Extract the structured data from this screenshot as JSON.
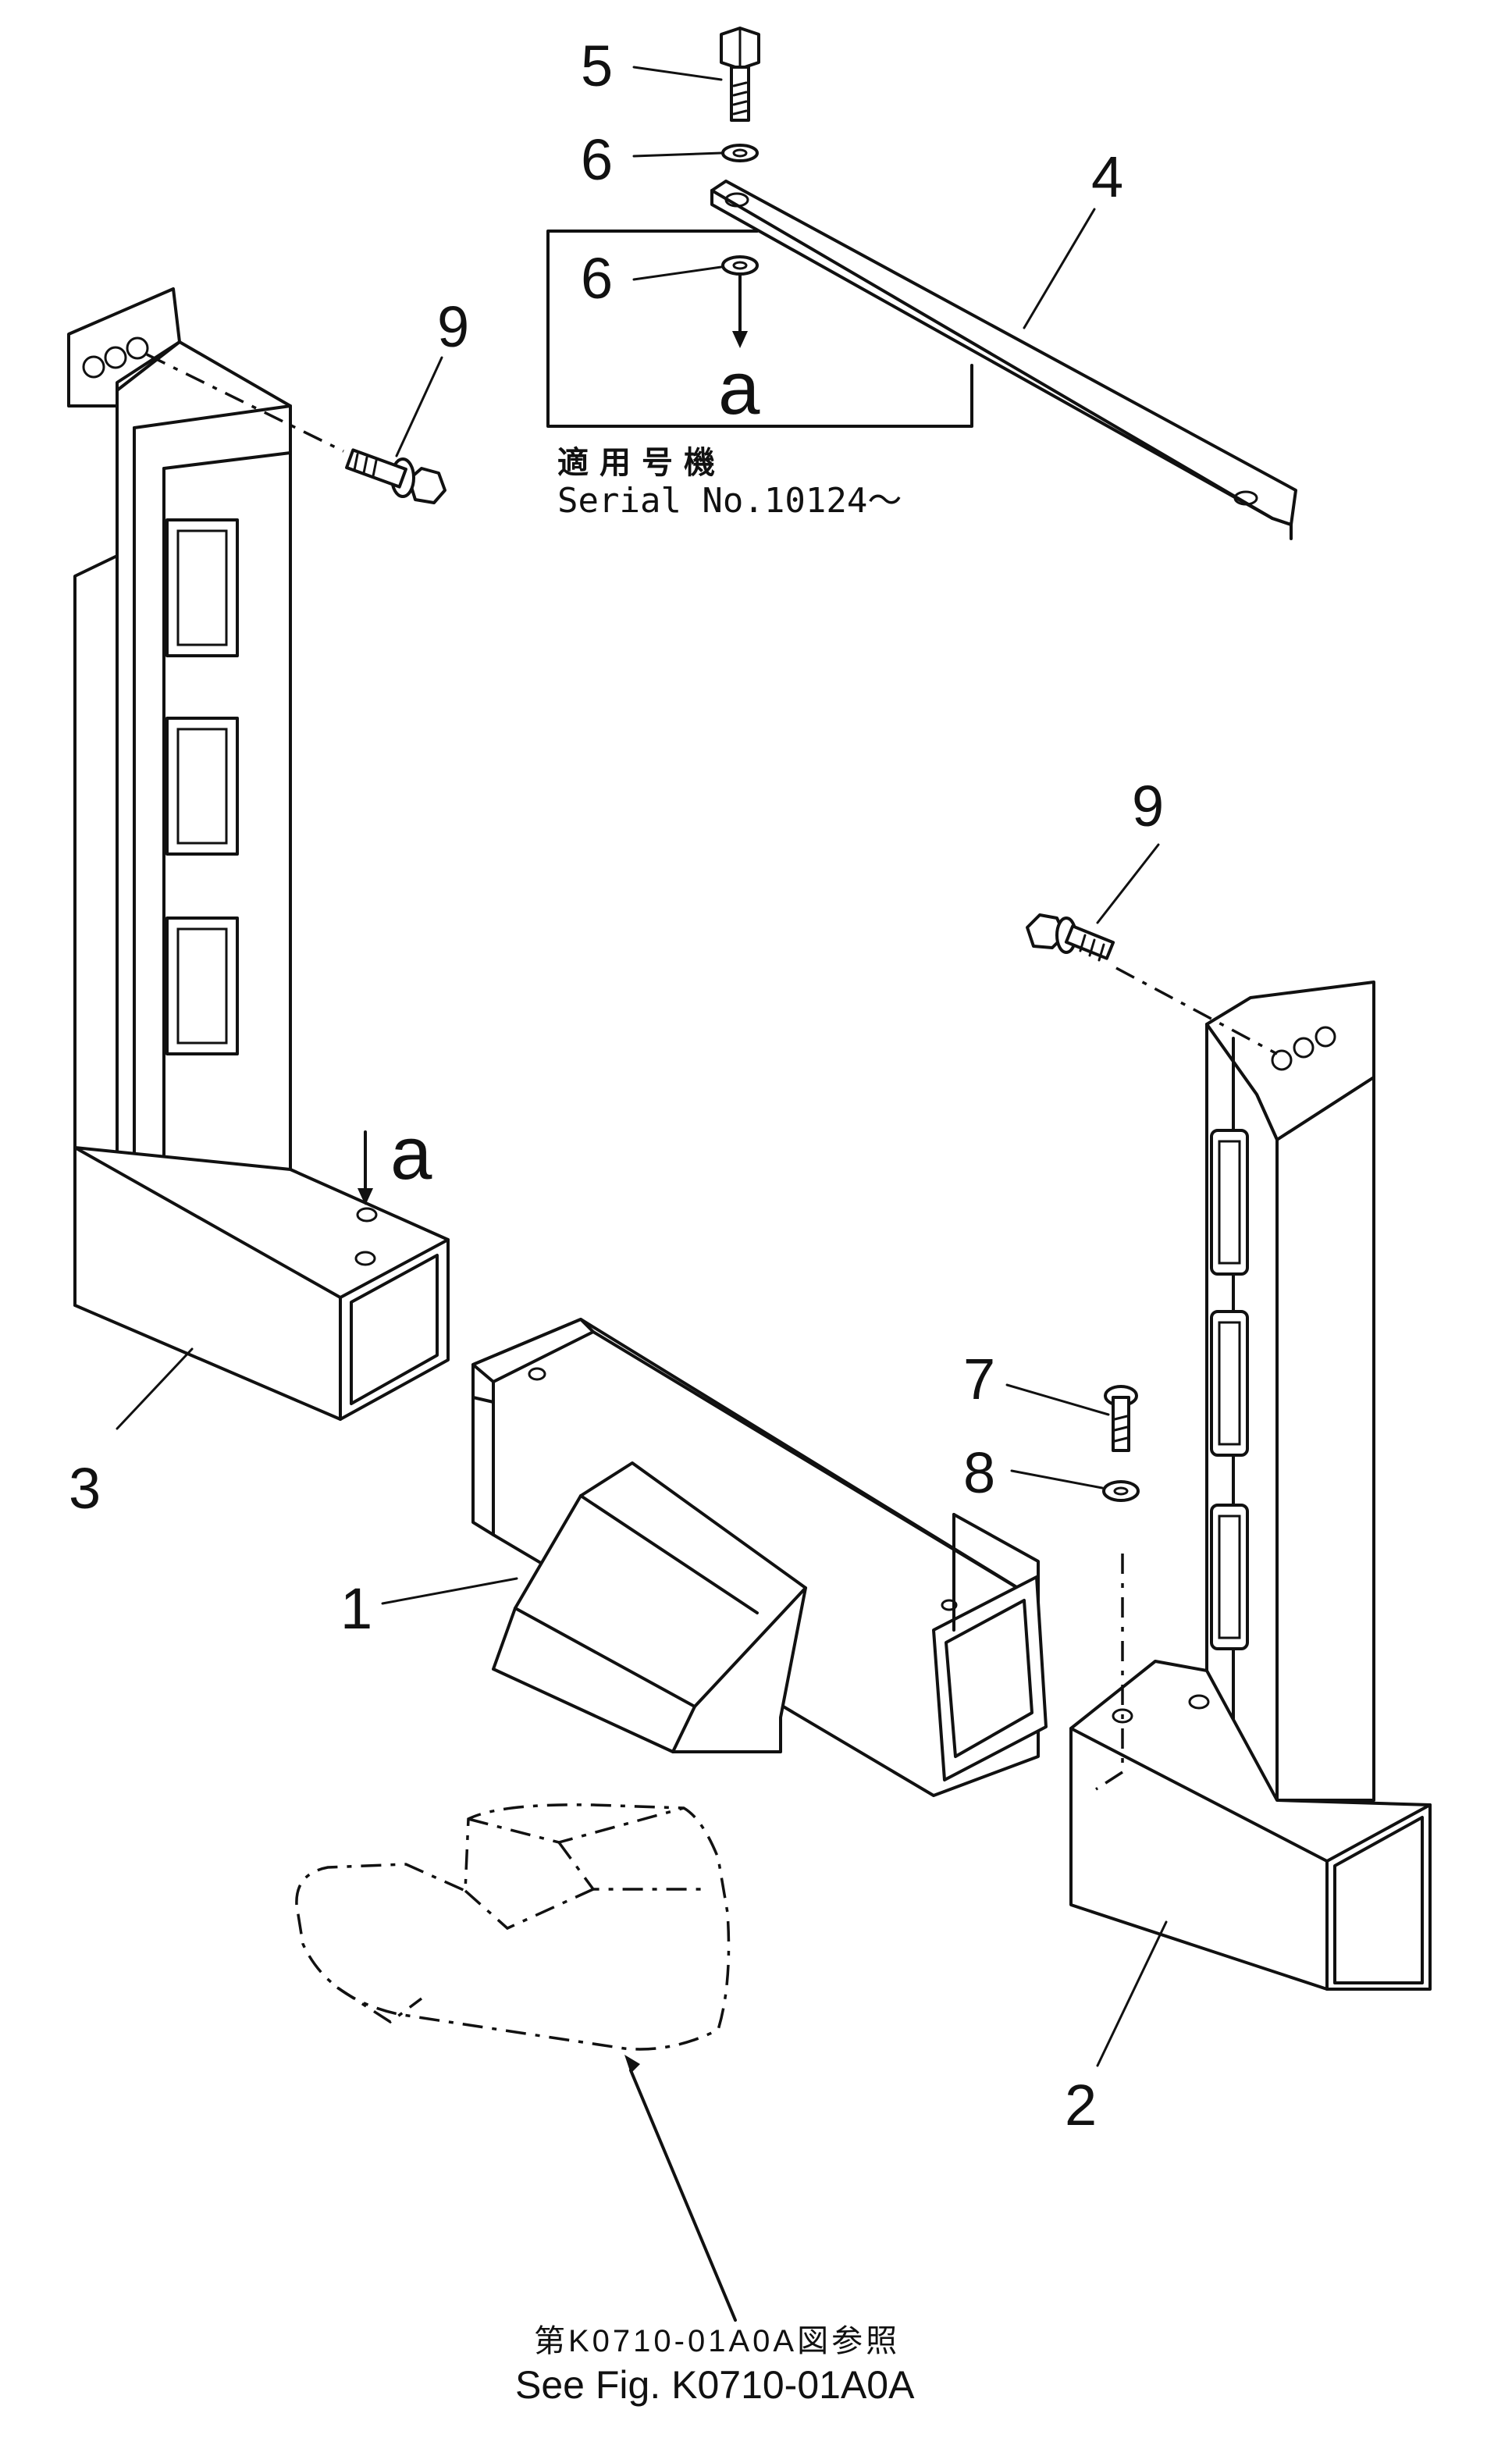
{
  "callouts": {
    "p1": "1",
    "p2": "2",
    "p3": "3",
    "p4": "4",
    "p5": "5",
    "p6a": "6",
    "p6b": "6",
    "p7": "7",
    "p8": "8",
    "p9a": "9",
    "p9b": "9"
  },
  "detail": {
    "marker_inset": "a",
    "marker_frame": "a"
  },
  "serial_note": {
    "line1": "適用号機",
    "line2": "Serial No.10124〜"
  },
  "reference": {
    "line1": "第K0710-01A0A図参照",
    "line2": "See Fig. K0710-01A0A"
  }
}
